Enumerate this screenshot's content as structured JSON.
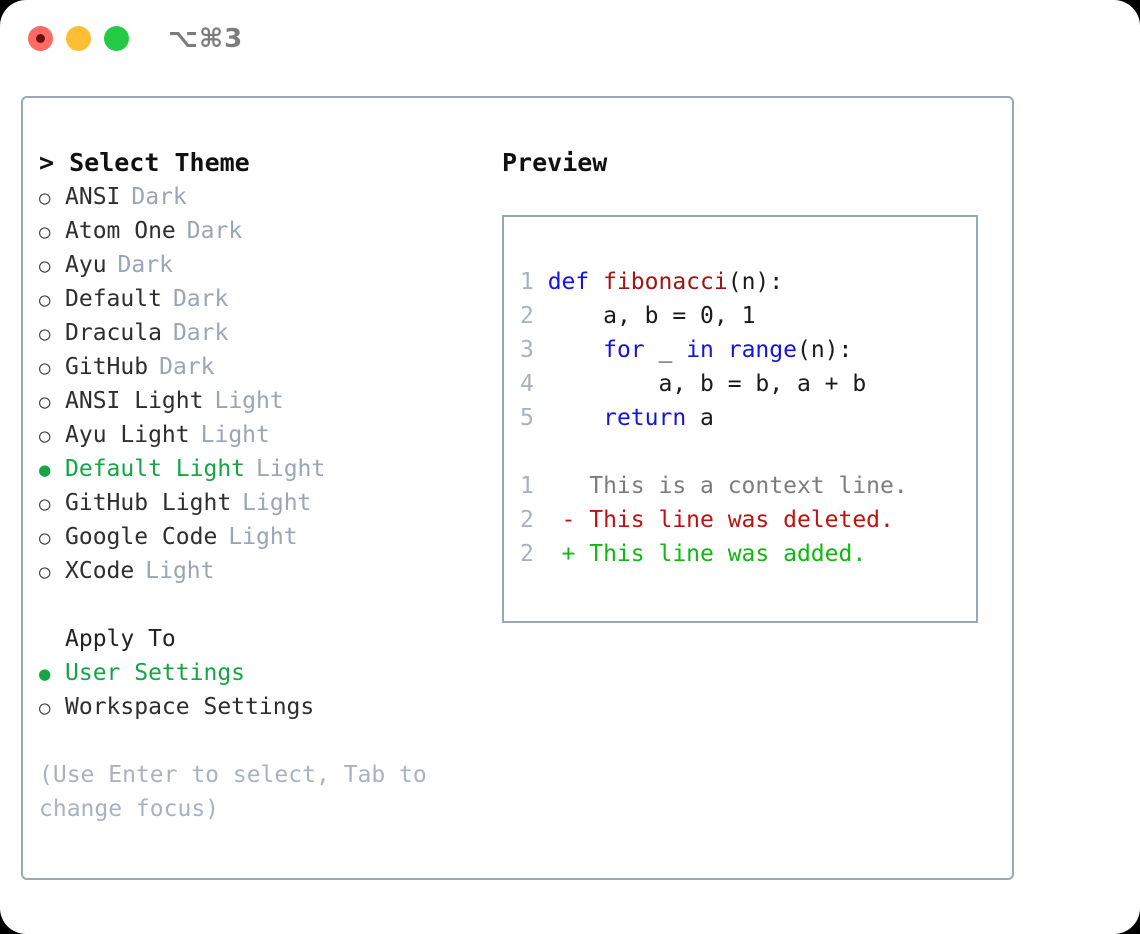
{
  "titlebar": {
    "shortcut": "⌥⌘3",
    "dots": [
      "close-red",
      "minimize-yellow",
      "maximize-green"
    ]
  },
  "theme_picker": {
    "header": "> Select Theme",
    "items": [
      {
        "marker": "○",
        "label": "ANSI",
        "suffix": "Dark",
        "selected": false
      },
      {
        "marker": "○",
        "label": "Atom One",
        "suffix": "Dark",
        "selected": false
      },
      {
        "marker": "○",
        "label": "Ayu",
        "suffix": "Dark",
        "selected": false
      },
      {
        "marker": "○",
        "label": "Default",
        "suffix": "Dark",
        "selected": false
      },
      {
        "marker": "○",
        "label": "Dracula",
        "suffix": "Dark",
        "selected": false
      },
      {
        "marker": "○",
        "label": "GitHub",
        "suffix": "Dark",
        "selected": false
      },
      {
        "marker": "○",
        "label": "ANSI Light",
        "suffix": "Light",
        "selected": false
      },
      {
        "marker": "○",
        "label": "Ayu Light",
        "suffix": "Light",
        "selected": false
      },
      {
        "marker": "●",
        "label": "Default Light",
        "suffix": "Light",
        "selected": true
      },
      {
        "marker": "○",
        "label": "GitHub Light",
        "suffix": "Light",
        "selected": false
      },
      {
        "marker": "○",
        "label": "Google Code",
        "suffix": "Light",
        "selected": false
      },
      {
        "marker": "○",
        "label": "XCode",
        "suffix": "Light",
        "selected": false
      }
    ]
  },
  "apply_to": {
    "header": "Apply To",
    "items": [
      {
        "marker": "●",
        "label": "User Settings",
        "selected": true
      },
      {
        "marker": "○",
        "label": "Workspace Settings",
        "selected": false
      }
    ]
  },
  "hint": "(Use Enter to select, Tab to change focus)",
  "preview": {
    "header": "Preview",
    "code_lines": [
      {
        "num": "1",
        "tokens": [
          {
            "t": "def ",
            "c": "kw"
          },
          {
            "t": "fibonacci",
            "c": "fn"
          },
          {
            "t": "(n):",
            "c": "txt"
          }
        ]
      },
      {
        "num": "2",
        "tokens": [
          {
            "t": "    a, b = 0, 1",
            "c": "txt"
          }
        ]
      },
      {
        "num": "3",
        "tokens": [
          {
            "t": "    ",
            "c": "txt"
          },
          {
            "t": "for ",
            "c": "kw"
          },
          {
            "t": "_ ",
            "c": "txt"
          },
          {
            "t": "in ",
            "c": "kw"
          },
          {
            "t": "range",
            "c": "kw"
          },
          {
            "t": "(n):",
            "c": "txt"
          }
        ]
      },
      {
        "num": "4",
        "tokens": [
          {
            "t": "        a, b = b, a + b",
            "c": "txt"
          }
        ]
      },
      {
        "num": "5",
        "tokens": [
          {
            "t": "    ",
            "c": "txt"
          },
          {
            "t": "return ",
            "c": "kw"
          },
          {
            "t": "a",
            "c": "txt"
          }
        ]
      }
    ],
    "diff_lines": [
      {
        "num": "1",
        "marker": " ",
        "text": "This is a context line.",
        "kind": "ctx"
      },
      {
        "num": "2",
        "marker": "-",
        "text": "This line was deleted.",
        "kind": "del"
      },
      {
        "num": "2",
        "marker": "+",
        "text": "This line was added.",
        "kind": "add"
      }
    ]
  },
  "colors": {
    "accent_green": "#14a544",
    "muted": "#9aa5b5",
    "border": "#9aa7b8",
    "keyword_blue": "#1414e0",
    "function_red": "#a01414",
    "diff_delete": "#c01111",
    "diff_add": "#11b711"
  }
}
